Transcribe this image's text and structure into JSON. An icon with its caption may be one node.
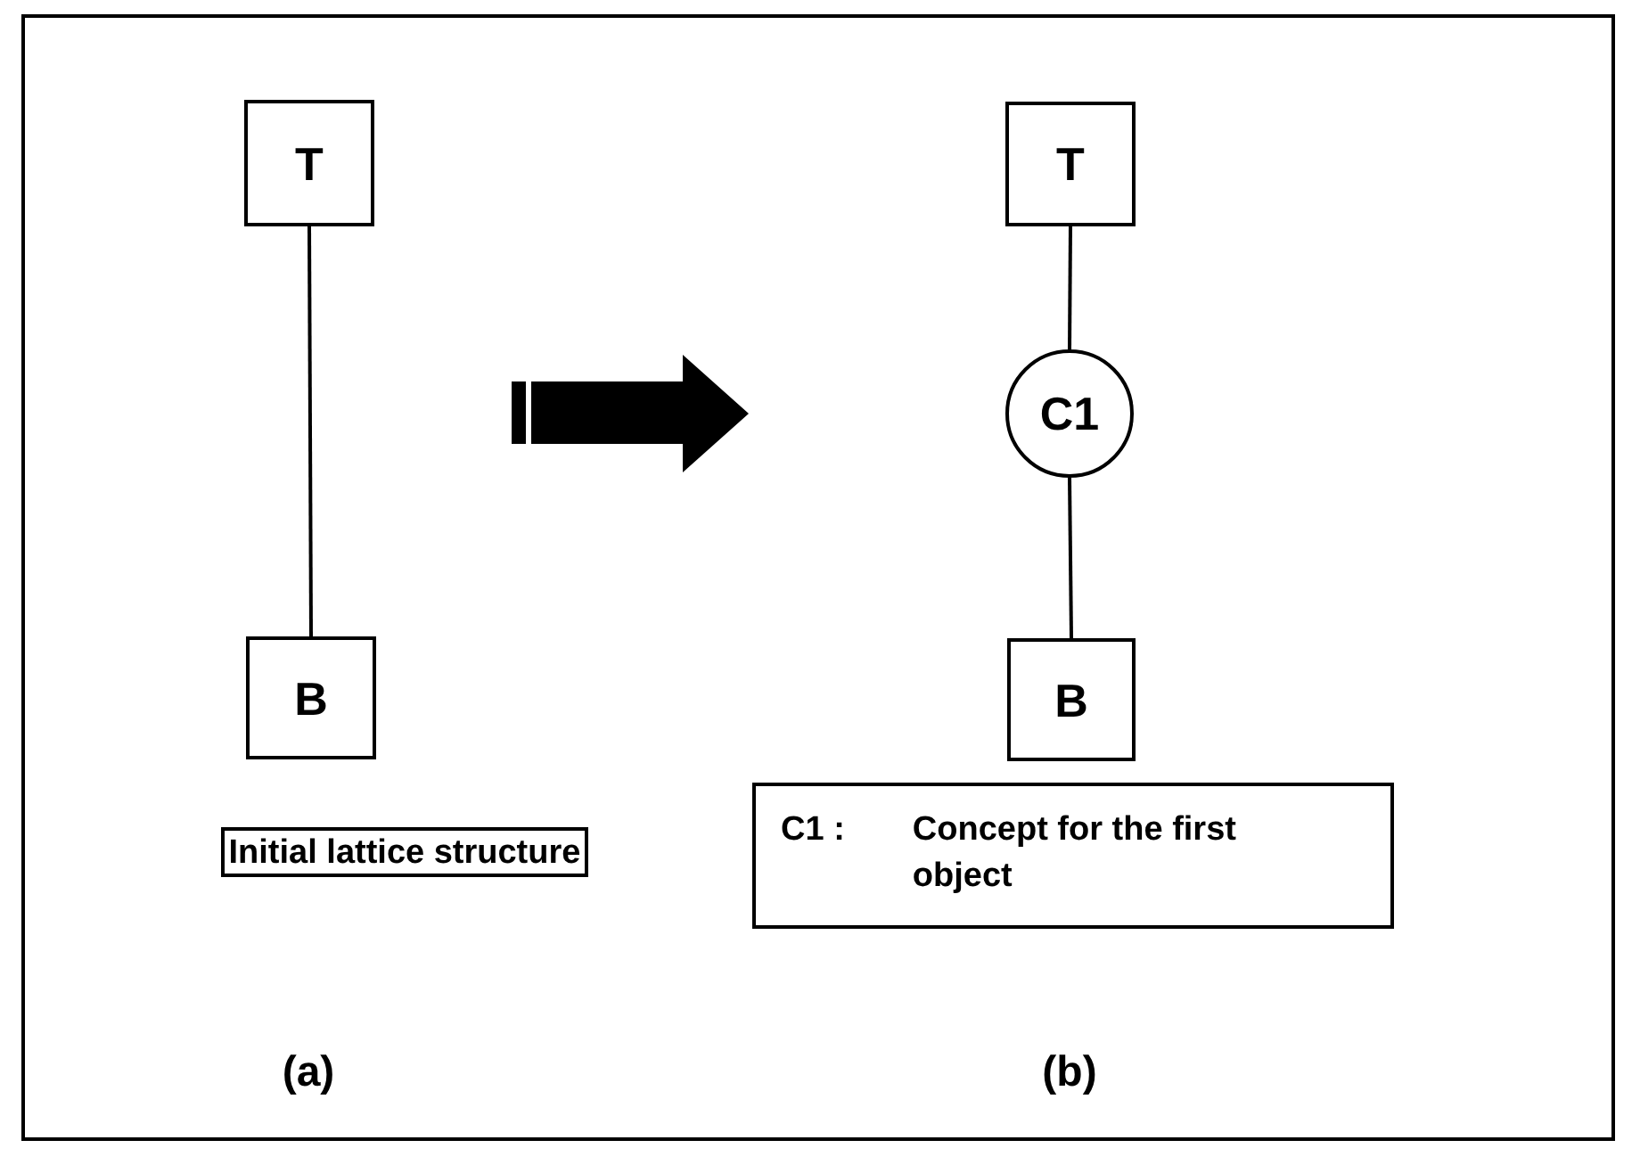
{
  "diagram": {
    "nodes": [
      {
        "text": [
          "T"
        ]
      },
      {
        "text": [
          "B"
        ]
      },
      {
        "text": [
          "Initial lattice structure"
        ]
      },
      {
        "text": [
          "T"
        ]
      },
      {
        "text": [
          "C1"
        ]
      },
      {
        "text": [
          "B"
        ]
      },
      {
        "text": [
          "C1 :",
          "Concept for the first object"
        ]
      }
    ],
    "edges": [
      {
        "from": 0,
        "to": 1,
        "arrow": "none"
      },
      {
        "from": 3,
        "to": 4,
        "arrow": "none"
      },
      {
        "from": 4,
        "to": 5,
        "arrow": "none"
      }
    ],
    "labels": [
      "(a)",
      "(b)"
    ]
  }
}
